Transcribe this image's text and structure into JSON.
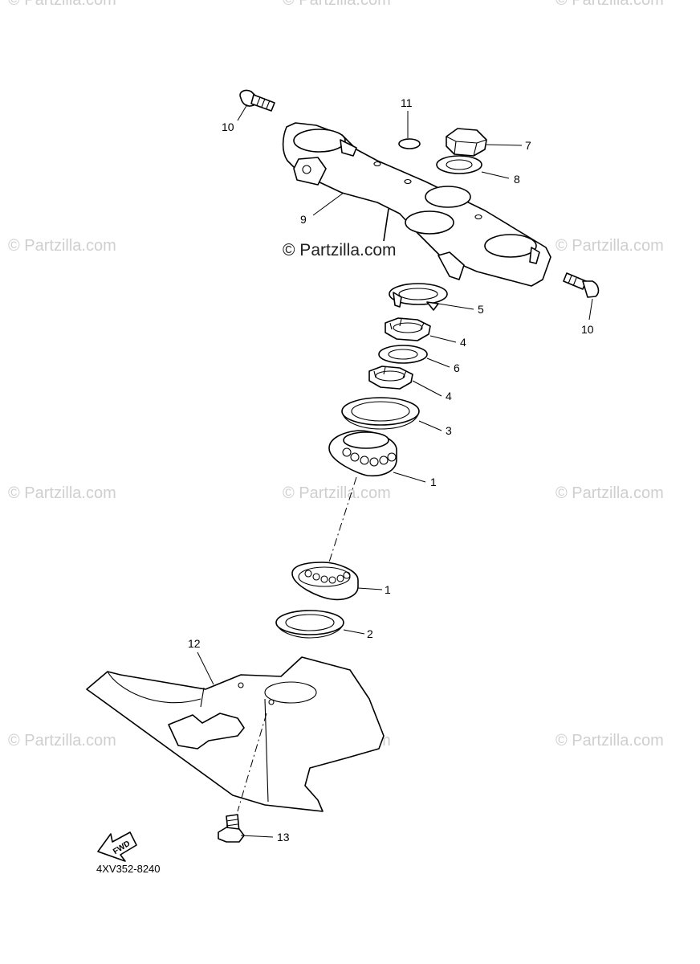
{
  "watermark": {
    "main": "© Partzilla.com",
    "tile": "© Partzilla.com"
  },
  "callouts": [
    {
      "id": "c10a",
      "label": "10"
    },
    {
      "id": "c11",
      "label": "11"
    },
    {
      "id": "c7",
      "label": "7"
    },
    {
      "id": "c8",
      "label": "8"
    },
    {
      "id": "c9",
      "label": "9"
    },
    {
      "id": "c5",
      "label": "5"
    },
    {
      "id": "c10b",
      "label": "10"
    },
    {
      "id": "c4a",
      "label": "4"
    },
    {
      "id": "c6",
      "label": "6"
    },
    {
      "id": "c4b",
      "label": "4"
    },
    {
      "id": "c3",
      "label": "3"
    },
    {
      "id": "c1a",
      "label": "1"
    },
    {
      "id": "c1b",
      "label": "1"
    },
    {
      "id": "c2",
      "label": "2"
    },
    {
      "id": "c12",
      "label": "12"
    },
    {
      "id": "c13",
      "label": "13"
    }
  ],
  "direction_arrow": {
    "label": "FWD"
  },
  "diagram_code": "4XV352-8240",
  "colors": {
    "line": "#000000",
    "background": "#ffffff",
    "watermark": "#cfcfcf"
  }
}
